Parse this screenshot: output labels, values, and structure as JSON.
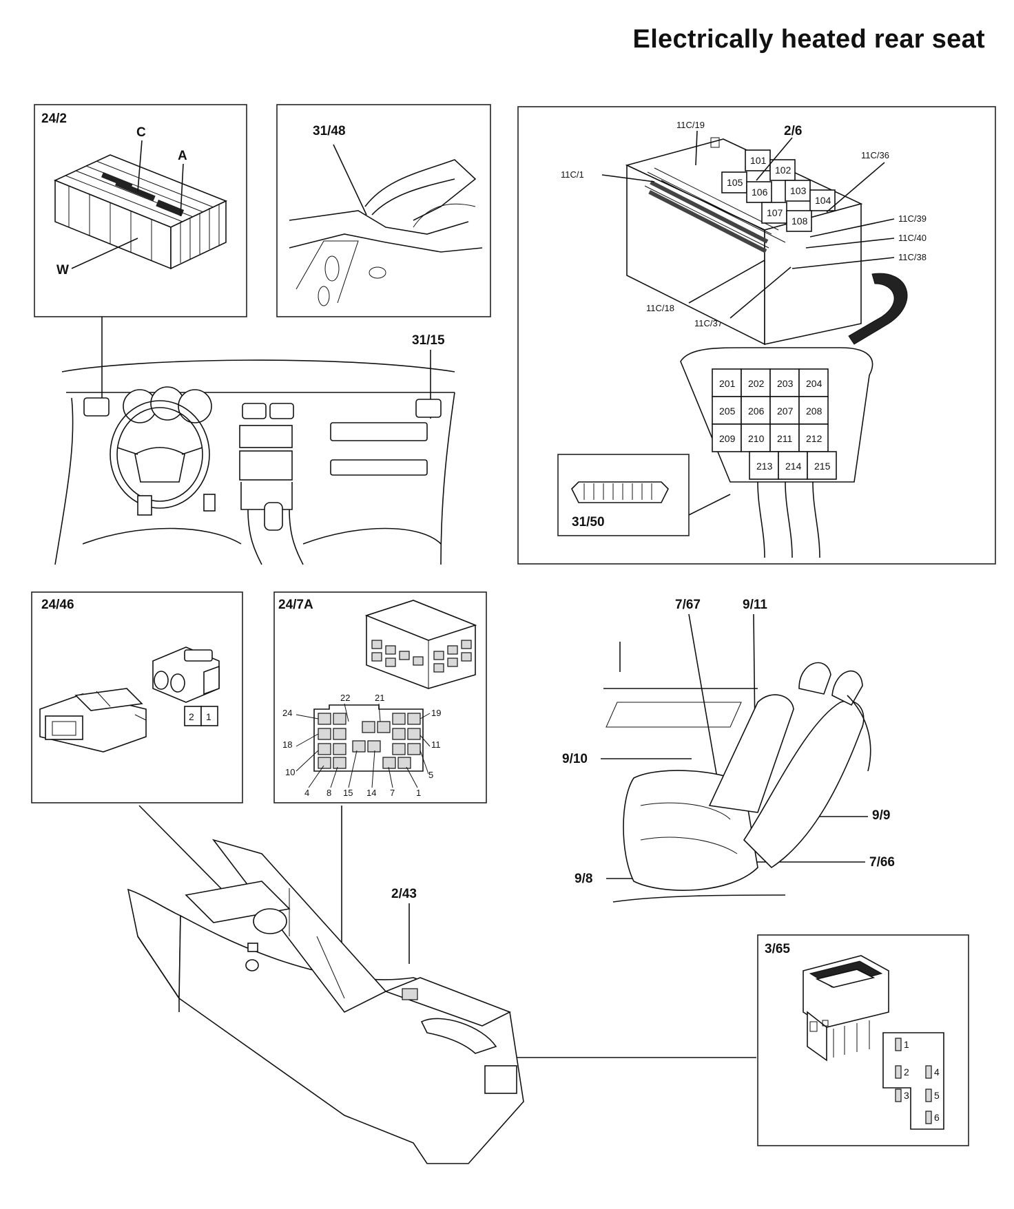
{
  "title": "Electrically heated rear seat",
  "panels": {
    "p24_2": {
      "id": "24/2",
      "c": "C",
      "a": "A",
      "w": "W"
    },
    "p31_48": {
      "id": "31/48"
    },
    "p2_6": {
      "id": "2/6",
      "leaders": [
        "11C/19",
        "11C/36",
        "11C/1",
        "11C/39",
        "11C/40",
        "11C/38",
        "11C/18",
        "11C/37"
      ],
      "relays_top": [
        "101",
        "102",
        "103",
        "104",
        "105",
        "106",
        "107",
        "108"
      ],
      "relays_bottom": [
        "201",
        "202",
        "203",
        "204",
        "205",
        "206",
        "207",
        "208",
        "209",
        "210",
        "211",
        "212",
        "213",
        "214",
        "215"
      ],
      "inset": "31/50"
    },
    "dash": {
      "id": "31/15"
    },
    "p24_46": {
      "id": "24/46",
      "pin_a": "2",
      "pin_b": "1"
    },
    "p24_7A": {
      "id": "24/7A",
      "pins": [
        "22",
        "21",
        "24",
        "19",
        "18",
        "11",
        "10",
        "5",
        "4",
        "8",
        "15",
        "14",
        "7",
        "1"
      ]
    },
    "seat": {
      "labels": [
        "7/67",
        "9/11",
        "9/10",
        "9/9",
        "7/66",
        "9/8"
      ]
    },
    "console": {
      "id": "2/43"
    },
    "p3_65": {
      "id": "3/65",
      "pins": [
        "1",
        "2",
        "4",
        "3",
        "5",
        "6"
      ]
    }
  }
}
